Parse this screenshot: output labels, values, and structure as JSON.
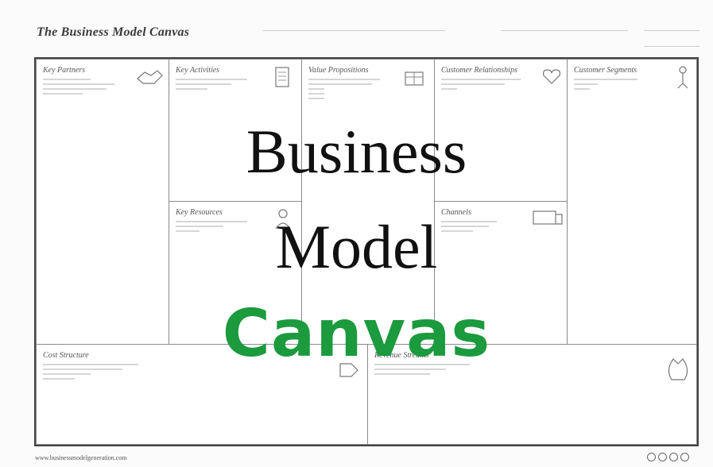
{
  "header": {
    "title": "The Business Model Canvas"
  },
  "blocks": {
    "key_partners": "Key Partners",
    "key_activities": "Key Activities",
    "key_resources": "Key Resources",
    "value_propositions": "Value Propositions",
    "customer_relationships": "Customer Relationships",
    "channels": "Channels",
    "customer_segments": "Customer Segments",
    "cost_structure": "Cost Structure",
    "revenue_streams": "Revenue Streams"
  },
  "overlay": {
    "line1": "Business",
    "line2": "Model",
    "line3": "Canvas",
    "accent_color": "#1b9a3e"
  },
  "footer": {
    "url": "www.businessmodelgeneration.com"
  },
  "icons": [
    "handshake-icon",
    "checklist-icon",
    "gift-icon",
    "heart-icon",
    "person-icon",
    "factory-icon",
    "truck-icon",
    "tag-icon",
    "money-bag-icon"
  ]
}
